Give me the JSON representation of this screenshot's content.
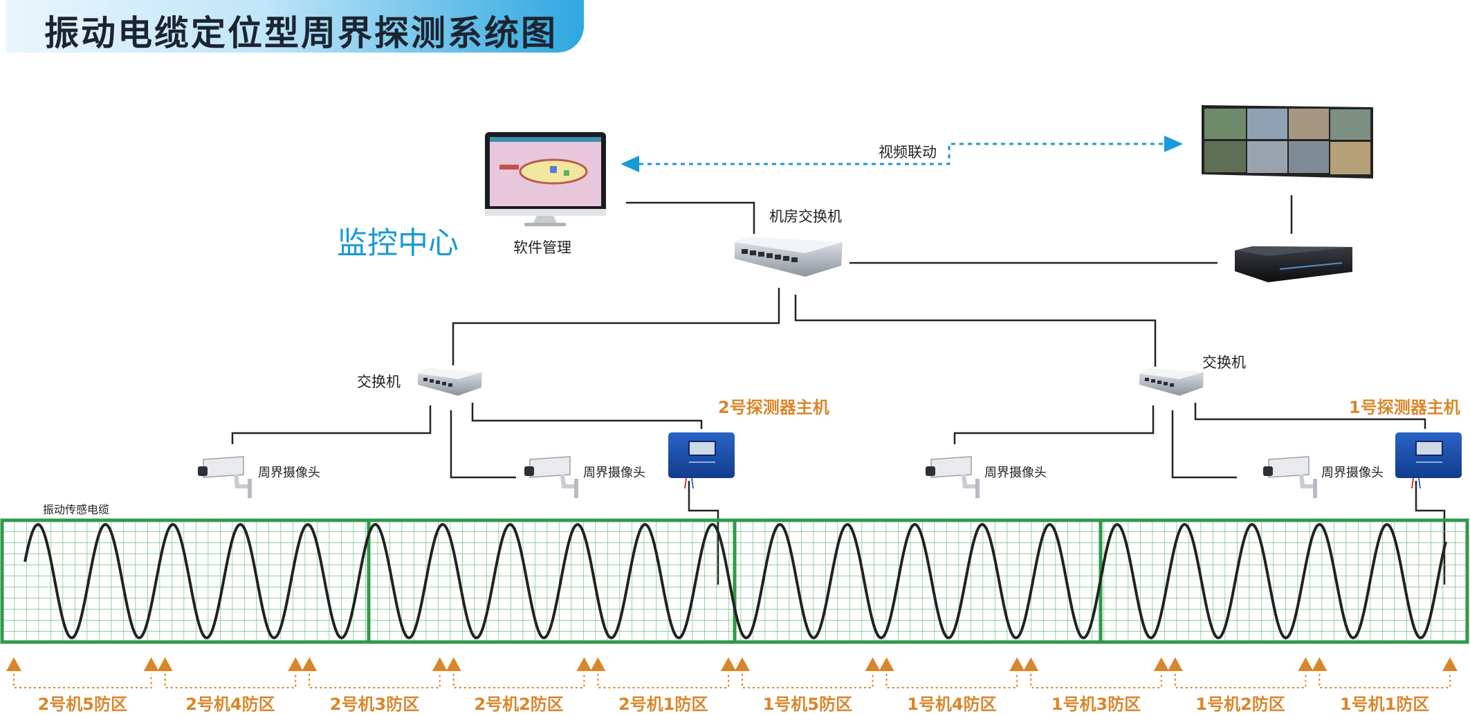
{
  "title": "振动电缆定位型周界探测系统图",
  "center": {
    "label": "监控中心",
    "software": "软件管理",
    "video_link": "视频联动",
    "core_switch": "机房交换机"
  },
  "switches": {
    "left": "交换机",
    "right": "交换机"
  },
  "hosts": {
    "host2": "2号探测器主机",
    "host1": "1号探测器主机"
  },
  "cameras": [
    "周界摄像头",
    "周界摄像头",
    "周界摄像头",
    "周界摄像头"
  ],
  "cable_label": "振动传感电缆",
  "zones": [
    "2号机5防区",
    "2号机4防区",
    "2号机3防区",
    "2号机2防区",
    "2号机1防区",
    "1号机5防区",
    "1号机4防区",
    "1号机3防区",
    "1号机2防区",
    "1号机1防区"
  ],
  "colors": {
    "accent_blue": "#1a9ad6",
    "orange": "#d9862a",
    "fence_green": "#2e9a4a",
    "grid_green": "#6cc07a",
    "line": "#222222"
  }
}
